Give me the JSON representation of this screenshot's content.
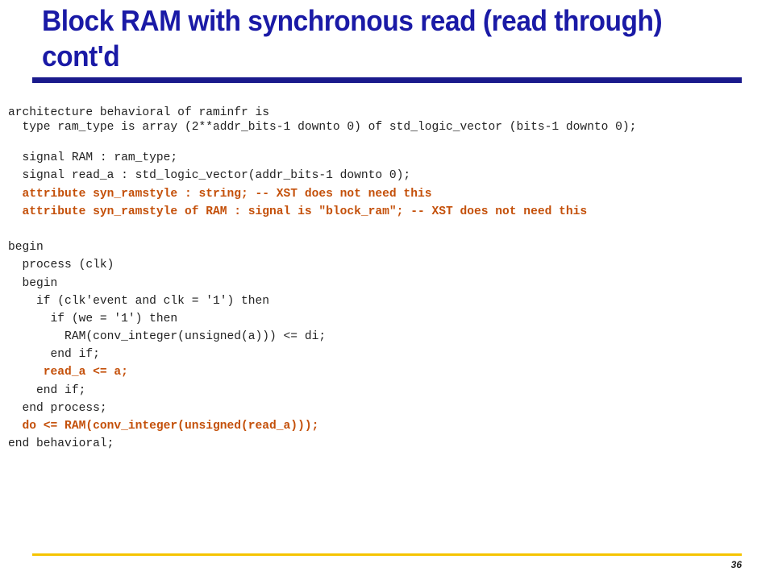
{
  "slide": {
    "title": "Block RAM with synchronous read (read through) cont'd",
    "page_number": "36",
    "colors": {
      "title": "#1a1aa6",
      "title_rule": "#1a1a8c",
      "highlight": "#c4500a",
      "footer_rule": "#f5c400"
    }
  },
  "code": {
    "lines": [
      {
        "text": "architecture behavioral of raminfr is",
        "highlight": false
      },
      {
        "text": "  type ram_type is array (2**addr_bits-1 downto 0) of std_logic_vector (bits-1 downto 0);",
        "highlight": false,
        "wrap": true
      },
      {
        "text": "  signal RAM : ram_type;",
        "highlight": false
      },
      {
        "text": "  signal read_a : std_logic_vector(addr_bits-1 downto 0);",
        "highlight": false
      },
      {
        "text": "  attribute syn_ramstyle : string; -- XST does not need this",
        "highlight": true
      },
      {
        "text": "  attribute syn_ramstyle of RAM : signal is \"block_ram\"; -- XST does not need this",
        "highlight": true
      },
      {
        "text": "",
        "highlight": false
      },
      {
        "text": "begin",
        "highlight": false
      },
      {
        "text": "  process (clk)",
        "highlight": false
      },
      {
        "text": "  begin",
        "highlight": false
      },
      {
        "text": "    if (clk'event and clk = '1') then",
        "highlight": false
      },
      {
        "text": "      if (we = '1') then",
        "highlight": false
      },
      {
        "text": "        RAM(conv_integer(unsigned(a))) <= di;",
        "highlight": false
      },
      {
        "text": "      end if;",
        "highlight": false
      },
      {
        "text": "     read_a <= a;",
        "highlight": true
      },
      {
        "text": "    end if;",
        "highlight": false
      },
      {
        "text": "  end process;",
        "highlight": false
      },
      {
        "text": "  do <= RAM(conv_integer(unsigned(read_a)));",
        "highlight": true
      },
      {
        "text": "end behavioral;",
        "highlight": false
      }
    ]
  }
}
